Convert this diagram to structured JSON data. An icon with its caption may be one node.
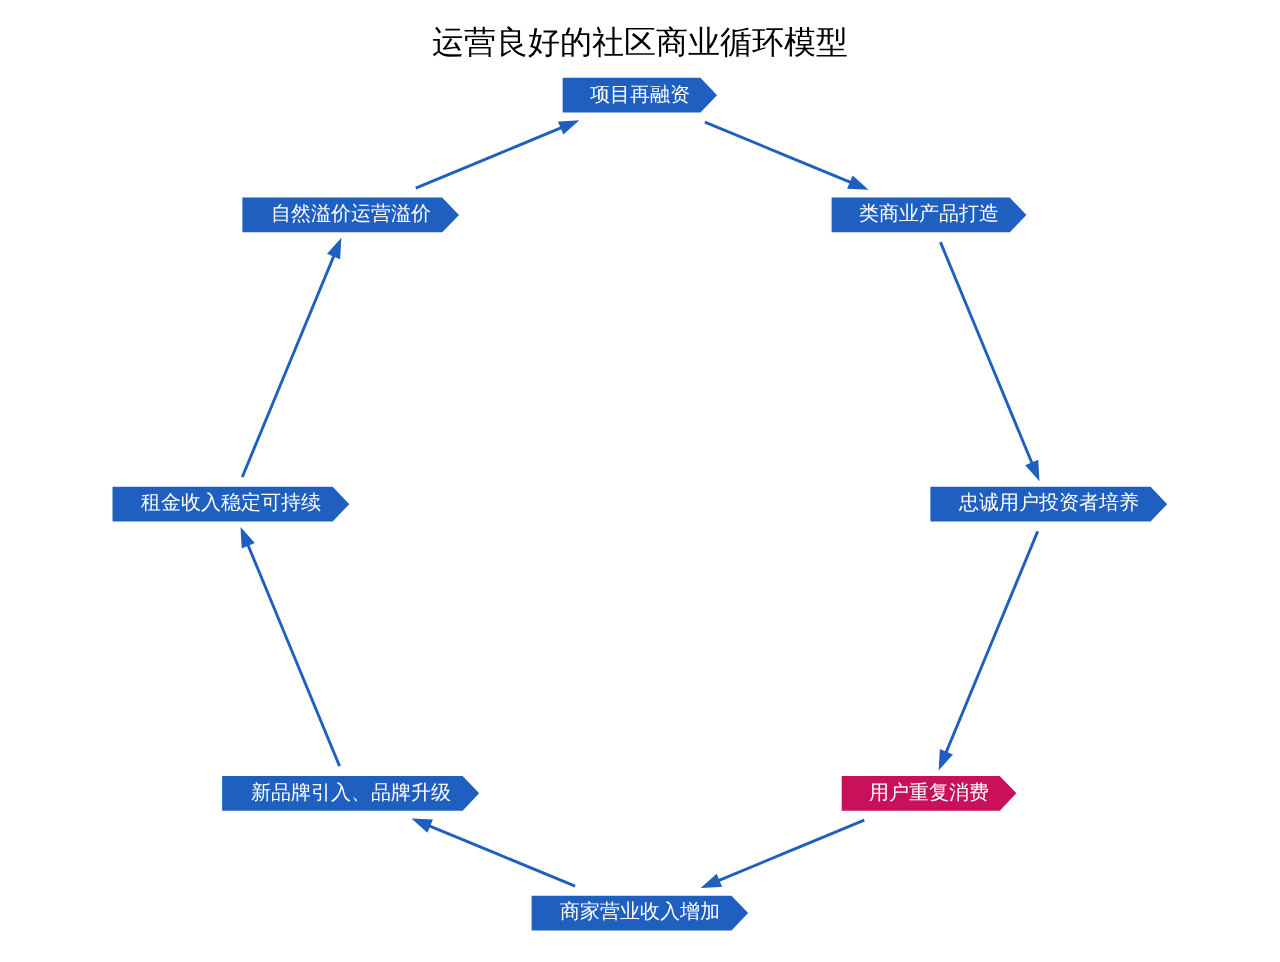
{
  "diagram": {
    "title": "运营良好的社区商业循环模型",
    "nodes": [
      {
        "text": [
          "用户重复消费"
        ]
      },
      {
        "text": [
          "商家营业收入增加"
        ]
      },
      {
        "text": [
          "新品牌引入、品牌升级"
        ]
      },
      {
        "text": [
          "租金收入稳定可持续"
        ]
      },
      {
        "text": [
          "自然溢价运营溢价"
        ]
      },
      {
        "text": [
          "项目再融资"
        ]
      },
      {
        "text": [
          "类商业产品打造"
        ]
      },
      {
        "text": [
          "忠诚用户投资者培养"
        ]
      }
    ],
    "edges": [
      {
        "from": 0,
        "to": 1,
        "arrow": "to"
      },
      {
        "from": 1,
        "to": 2,
        "arrow": "to"
      },
      {
        "from": 2,
        "to": 3,
        "arrow": "to"
      },
      {
        "from": 3,
        "to": 4,
        "arrow": "to"
      },
      {
        "from": 4,
        "to": 5,
        "arrow": "to"
      },
      {
        "from": 5,
        "to": 6,
        "arrow": "to"
      },
      {
        "from": 6,
        "to": 7,
        "arrow": "to"
      },
      {
        "from": 7,
        "to": 0,
        "arrow": "to"
      }
    ]
  }
}
